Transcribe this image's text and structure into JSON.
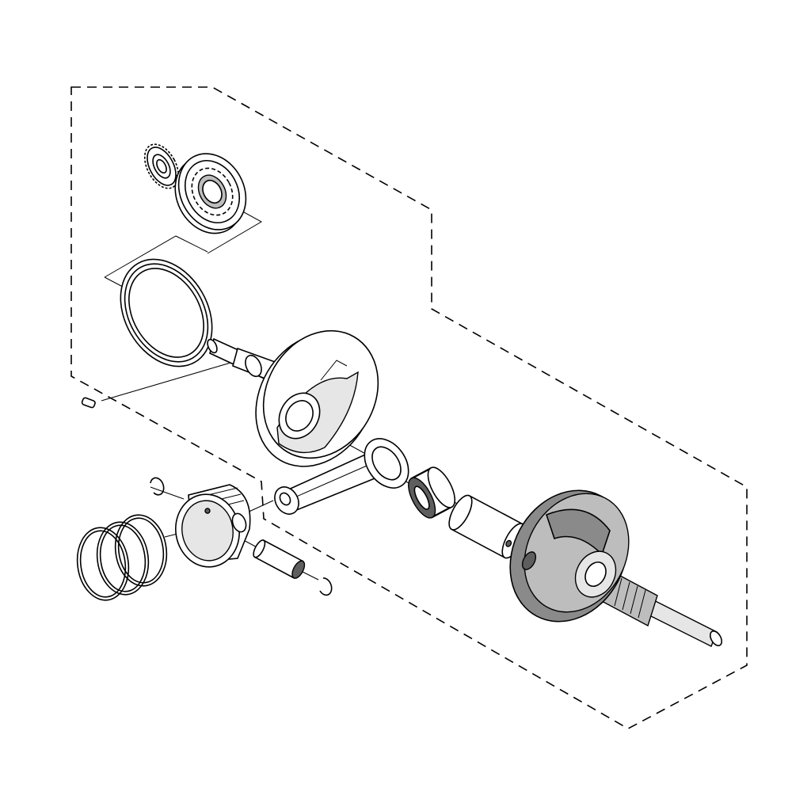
{
  "diagram": {
    "parts": [
      {
        "id": "drive-gear",
        "icon": "gear-icon"
      },
      {
        "id": "ball-bearing",
        "icon": "bearing-icon"
      },
      {
        "id": "oil-seal",
        "icon": "seal-ring-icon"
      },
      {
        "id": "woodruff-key",
        "icon": "key-icon"
      },
      {
        "id": "crankshaft-flywheel",
        "icon": "crankshaft-icon"
      },
      {
        "id": "connecting-rod",
        "icon": "connecting-rod-icon"
      },
      {
        "id": "needle-bearing",
        "icon": "needle-bearing-icon"
      },
      {
        "id": "crank-pin",
        "icon": "pin-icon"
      },
      {
        "id": "crankshaft-output-flywheel",
        "icon": "splined-shaft-icon"
      },
      {
        "id": "piston",
        "icon": "piston-icon"
      },
      {
        "id": "piston-rings",
        "icon": "ring-icon"
      },
      {
        "id": "piston-pin",
        "icon": "pin-icon"
      },
      {
        "id": "circlip-left",
        "icon": "circlip-icon"
      },
      {
        "id": "circlip-right",
        "icon": "circlip-icon"
      }
    ],
    "colors": {
      "line": "#000000",
      "shaded_dark": "#8a8a8a",
      "shaded_mid": "#bdbdbd",
      "shaded_light": "#e6e6e6",
      "background": "#ffffff"
    }
  }
}
